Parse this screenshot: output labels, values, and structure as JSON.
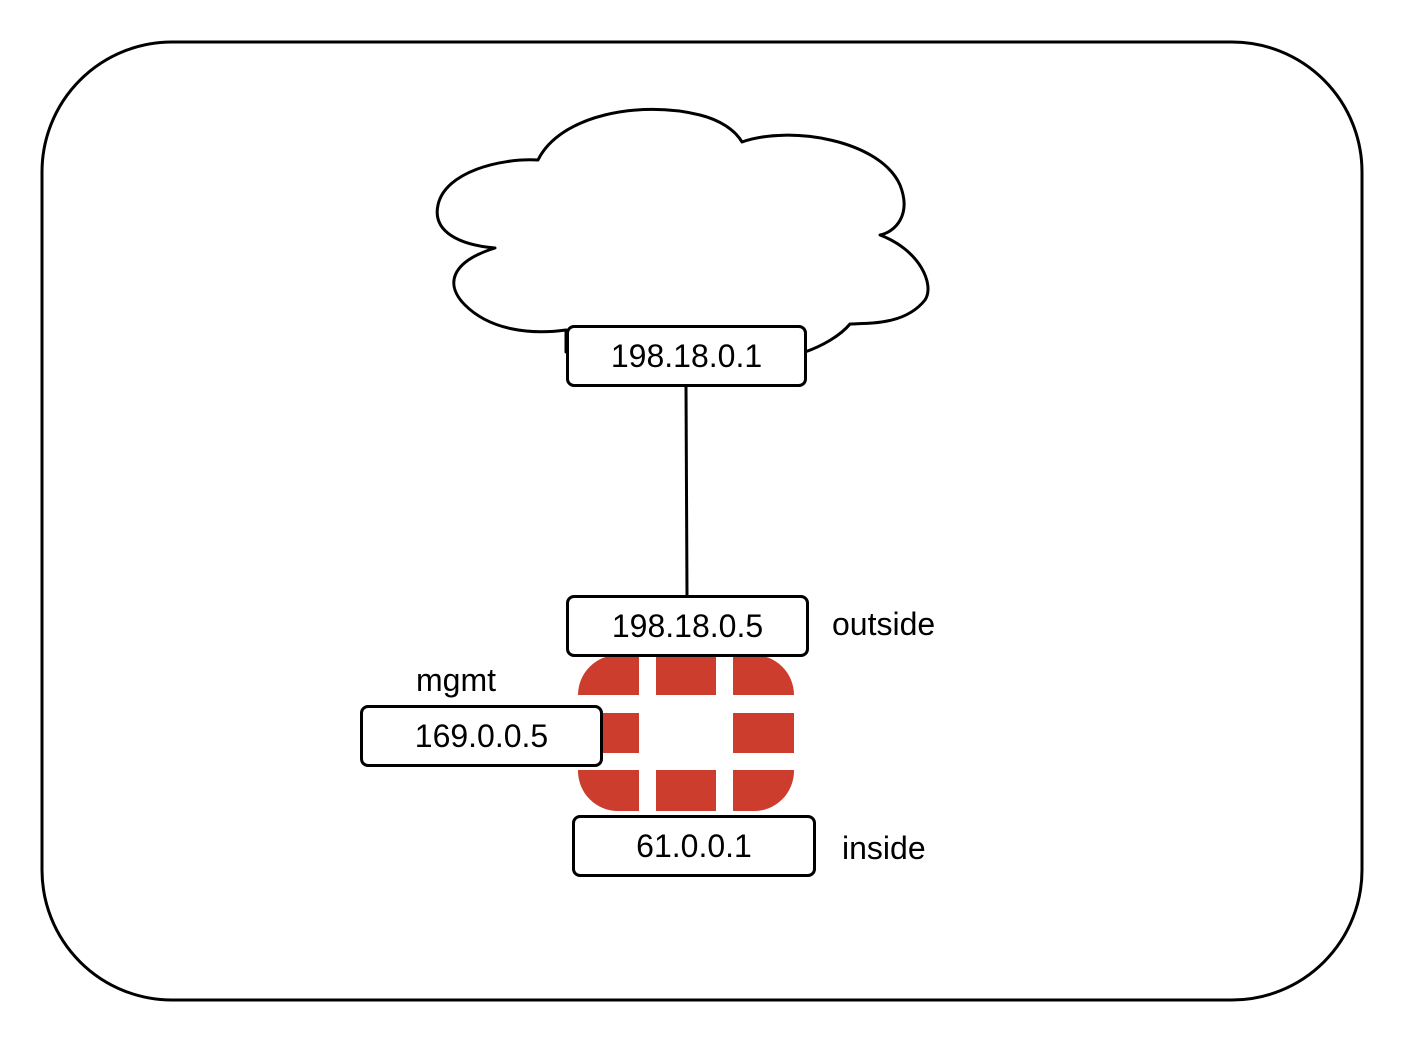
{
  "diagram": {
    "type": "network-topology",
    "cloud": {
      "label": "198.18.0.1"
    },
    "firewall": {
      "color": "#cc3d2d",
      "interfaces": {
        "outside": {
          "name": "outside",
          "ip": "198.18.0.5"
        },
        "mgmt": {
          "name": "mgmt",
          "ip": "169.0.0.5"
        },
        "inside": {
          "name": "inside",
          "ip": "61.0.0.1"
        }
      }
    },
    "links": [
      {
        "from": "cloud",
        "to": "firewall-outside"
      }
    ]
  }
}
